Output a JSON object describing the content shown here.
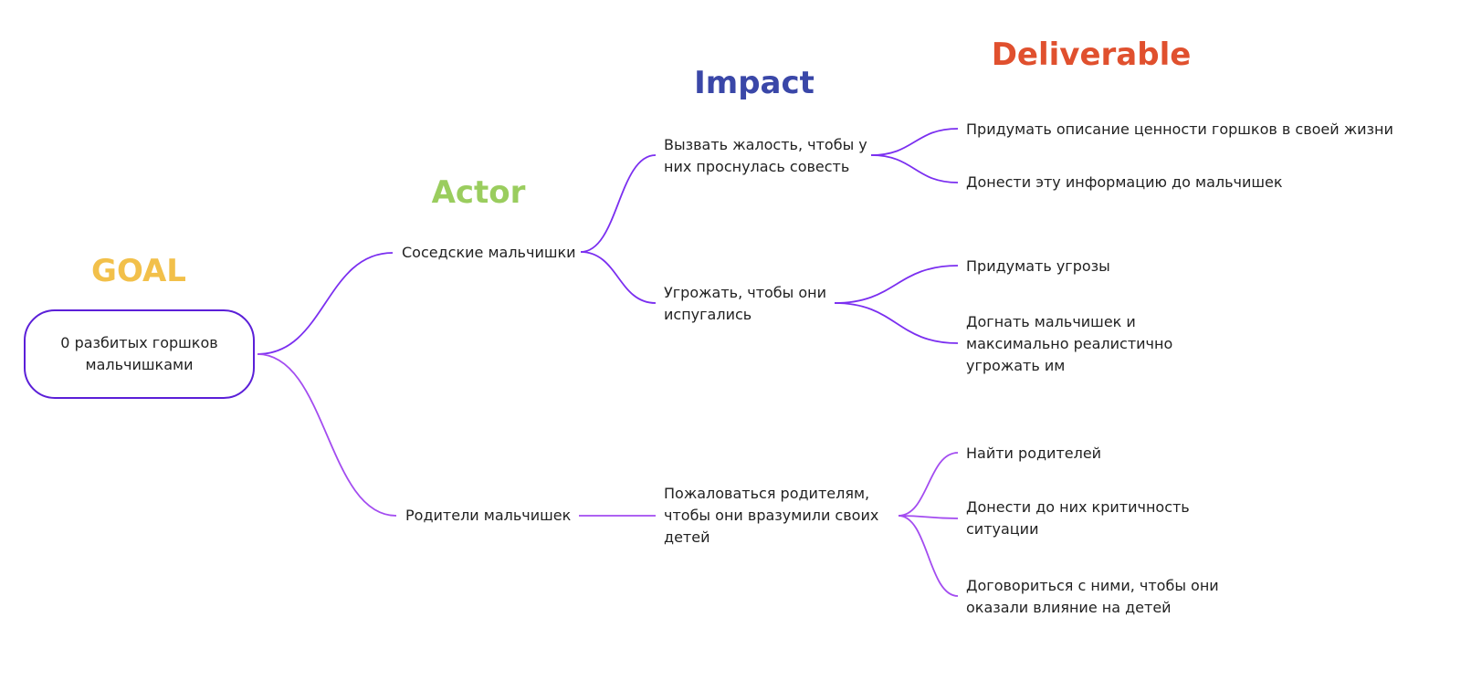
{
  "headings": {
    "goal": "GOAL",
    "actor": "Actor",
    "impact": "Impact",
    "deliverable": "Deliverable"
  },
  "colors": {
    "goal": "#f2c04a",
    "actor": "#9acd5e",
    "impact": "#3a47a8",
    "deliverable": "#e0502e",
    "connector": "#7b2ff0",
    "connector_light": "#a34cf0"
  },
  "goal": "0 разбитых горшков мальчишками",
  "actors": [
    {
      "label": "Соседские мальчишки",
      "impacts": [
        {
          "label": "Вызвать жалость, чтобы у них проснулась совесть",
          "deliverables": [
            "Придумать описание ценности горшков в своей жизни",
            "Донести эту информацию до мальчишек"
          ]
        },
        {
          "label": "Угрожать, чтобы они испугались",
          "deliverables": [
            "Придумать угрозы",
            "Догнать мальчишек и максимально реалистично угрожать им"
          ]
        }
      ]
    },
    {
      "label": "Родители мальчишек",
      "impacts": [
        {
          "label": "Пожаловаться родителям, чтобы они вразумили своих детей",
          "deliverables": [
            "Найти родителей",
            "Донести до них критичность ситуации",
            "Договориться с ними, чтобы они оказали влияние на детей"
          ]
        }
      ]
    }
  ]
}
